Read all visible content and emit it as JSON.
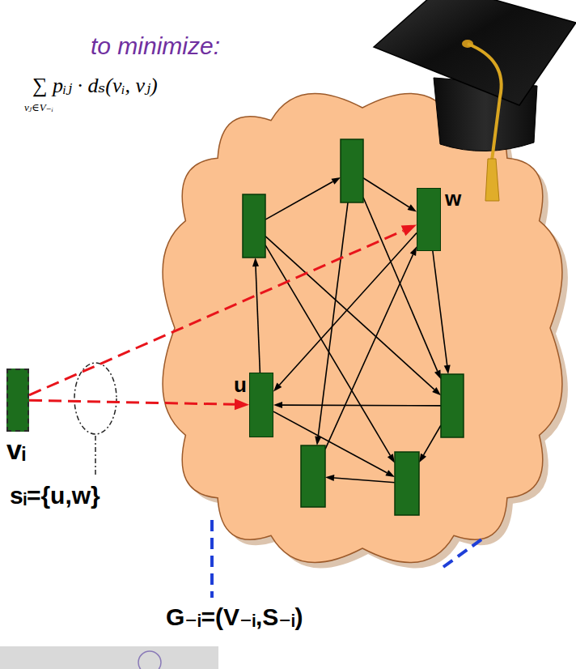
{
  "diagram": {
    "nodes": [
      {
        "text": [
          "G₋ᵢ=(V₋ᵢ,S₋ᵢ)"
        ]
      },
      {
        "text": [
          "w"
        ],
        "in": 0
      },
      {
        "text": [
          "u"
        ],
        "in": 0
      },
      {
        "text": [
          "vᵢ"
        ]
      }
    ],
    "edges": [
      {
        "from": 3,
        "to": 2,
        "arrow": "to"
      },
      {
        "from": 3,
        "to": 1,
        "arrow": "to"
      }
    ],
    "labels": [
      "to minimize:",
      "∑ pᵢⱼ · dₛ(vᵢ, vⱼ)",
      "vⱼ∈V₋ᵢ",
      "sᵢ={u,w}"
    ]
  }
}
